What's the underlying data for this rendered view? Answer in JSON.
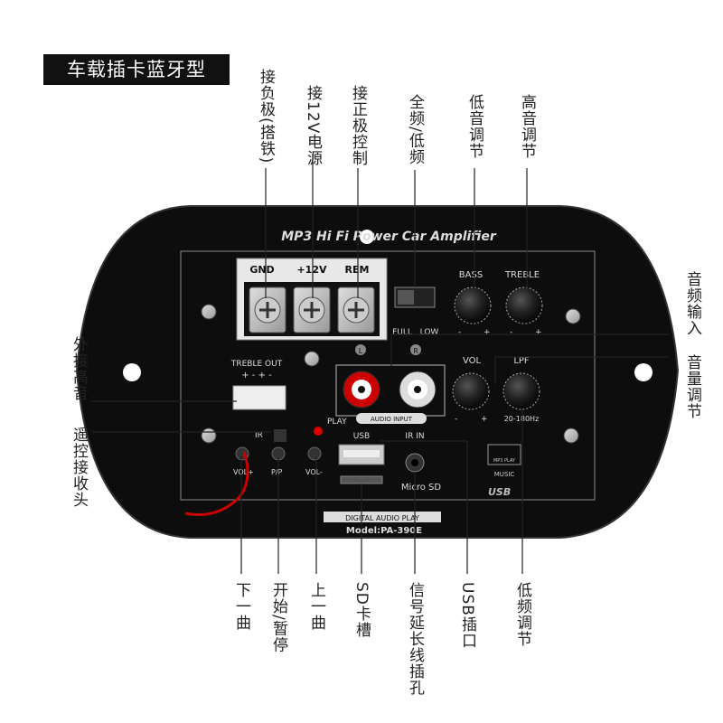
{
  "product_tag": "车载插卡蓝牙型",
  "panel": {
    "title": "MP3 Hi Fi Power Car Amplifier",
    "terminals": [
      "GND",
      "+12V",
      "REM"
    ],
    "switch_labels": [
      "FULL",
      "LOW"
    ],
    "knob_labels": {
      "bass": "BASS",
      "treble": "TREBLE",
      "vol": "VOL",
      "lpf": "LPF",
      "lpf_range": "20-180Hz",
      "minus": "-",
      "plus": "+"
    },
    "treble_out": "TREBLE OUT",
    "treble_out_pins": "+ - + -",
    "audio_input": "AUDIO INPUT",
    "channel_l": "L",
    "channel_r": "R",
    "play": "PLAY",
    "ir": "IR",
    "usb": "USB",
    "ir_in": "IR IN",
    "micro_sd": "Micro SD",
    "buttons": [
      "VOL+",
      "P/P",
      "VOL-"
    ],
    "digital_audio_play": "DIGITAL AUDIO PLAY",
    "model": "Model:PA-390E",
    "mp3_logo": "MP3 PLAY",
    "music": "MUSIC",
    "usb_logo": "USB"
  },
  "callouts": {
    "top": [
      "接负极(搭铁)",
      "接12V电源",
      "接正极控制",
      "全频/低频",
      "低音调节",
      "高音调节"
    ],
    "right": [
      "音频输入",
      "音量调节"
    ],
    "left": [
      "外接高音",
      "遥控接收头"
    ],
    "bottom": [
      "下一曲",
      "开始/暂停",
      "上一曲",
      "SD卡槽",
      "信号延长线插孔",
      "USB插口",
      "低频调节"
    ]
  }
}
